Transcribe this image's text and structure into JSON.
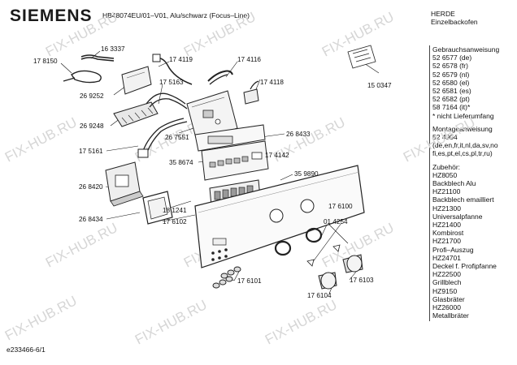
{
  "header": {
    "brand": "SIEMENS",
    "model": "HB48074EU/01–V01, Alu/schwarz (Focus–Line)",
    "category_1": "HERDE",
    "category_2": "Einzelbackofen"
  },
  "watermark": "FIX-HUB.RU",
  "footer": {
    "doc_id": "e233466-6/1"
  },
  "sidebar": {
    "groups": [
      {
        "lines": [
          "Gebrauchsanweisung",
          "52 6577 (de)",
          "52 6578 (fr)",
          "52 6579 (nl)",
          "52 6580 (el)",
          "52 6581 (es)",
          "52 6582 (pt)",
          "58 7164 (it)*",
          "* nicht Lieferumfang"
        ]
      },
      {
        "lines": [
          "Montageanweisung",
          "52 4904",
          "(de,en,fr,it,nl,da,sv,no",
          "fi,es,pt,el,cs,pl,tr,ru)"
        ]
      },
      {
        "lines": [
          "Zubehör:",
          "HZ8050",
          "Backblech Alu",
          "HZ21100",
          "Backblech emailliert",
          "HZ21300",
          "Universalpfanne",
          "HZ21400",
          "Kombirost",
          "HZ21700",
          "Profi–Auszug",
          "HZ24701",
          "Deckel f. Profipfanne",
          "HZ22500",
          "Grillblech",
          "HZ9150",
          "Glasbräter",
          "HZ26000",
          "Metallbräter"
        ]
      }
    ]
  },
  "parts": {
    "p163337": "16 3337",
    "p174119": "17 4119",
    "p174116": "17 4116",
    "p178150": "17 8150",
    "p175163": "17 5163",
    "p174118": "17 4118",
    "p150347": "15 0347",
    "p269252": "26 9252",
    "p269248": "26 9248",
    "p267551": "26 7551",
    "p268433": "26 8433",
    "p175161": "17 5161",
    "p358674": "35 8674",
    "p174142": "17 4142",
    "p359890": "35 9890",
    "p268420": "26 8420",
    "p176100": "17 6100",
    "p181241": "18 1241",
    "p268434": "26 8434",
    "p176102": "17 6102",
    "p014254": "01 4254",
    "p176101": "17 6101",
    "p176103": "17 6103",
    "p176104": "17 6104"
  }
}
